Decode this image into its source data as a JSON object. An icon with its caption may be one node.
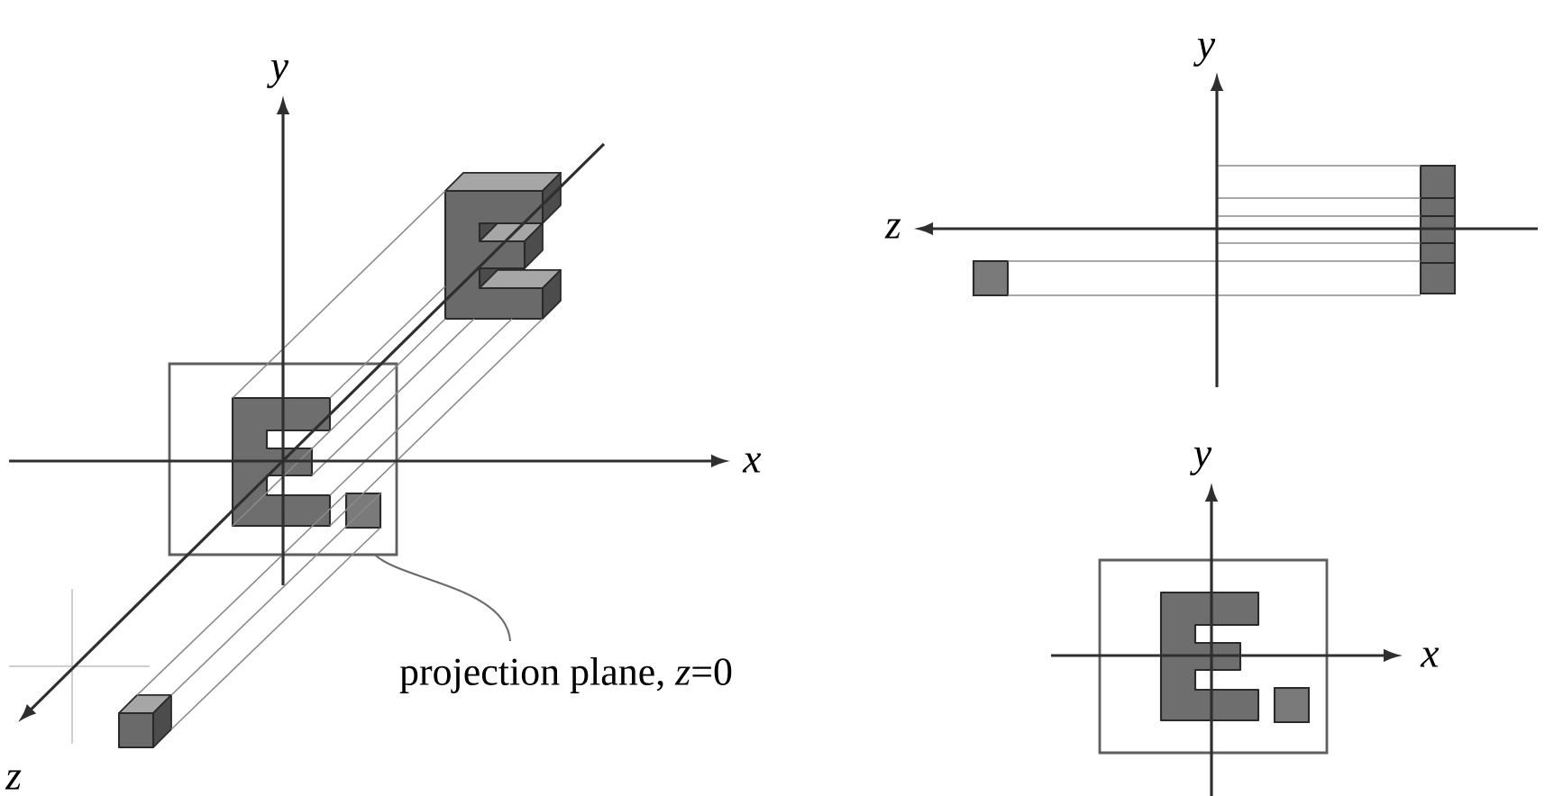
{
  "diagram": {
    "nodes": [
      {
        "text": [],
        "shape": "picture"
      },
      {
        "text": [],
        "shape": "box"
      },
      {
        "text": [],
        "shape": "picture",
        "in": 1
      },
      {
        "text": [],
        "shape": "box",
        "in": 1
      },
      {
        "text": [],
        "shape": "box"
      },
      {
        "text": [
          "projection plane, *z*=0"
        ]
      },
      {
        "text": [],
        "shape": "box"
      },
      {
        "text": [],
        "shape": "bar"
      },
      {
        "text": [],
        "shape": "box"
      },
      {
        "text": [],
        "shape": "picture",
        "in": 8
      },
      {
        "text": [],
        "shape": "box",
        "in": 8
      }
    ],
    "edges": [
      {
        "from": 0,
        "to": 2,
        "arrow": "none"
      },
      {
        "from": 0,
        "to": 2,
        "arrow": "none"
      },
      {
        "from": 0,
        "to": 2,
        "arrow": "none"
      },
      {
        "from": 0,
        "to": 2,
        "arrow": "none"
      },
      {
        "from": 0,
        "to": 2,
        "arrow": "none"
      },
      {
        "from": 0,
        "to": 2,
        "arrow": "none"
      },
      {
        "from": 4,
        "to": 3,
        "arrow": "none"
      },
      {
        "from": 4,
        "to": 3,
        "arrow": "none"
      },
      {
        "from": 4,
        "to": 3,
        "arrow": "none"
      },
      {
        "from": 6,
        "to": 7,
        "arrow": "none"
      },
      {
        "from": 6,
        "to": 7,
        "arrow": "none"
      },
      {
        "from": 5,
        "to": 1,
        "arrow": "none"
      }
    ],
    "labels": [
      "y",
      "x",
      "z",
      "y",
      "z",
      "y",
      "x"
    ]
  }
}
